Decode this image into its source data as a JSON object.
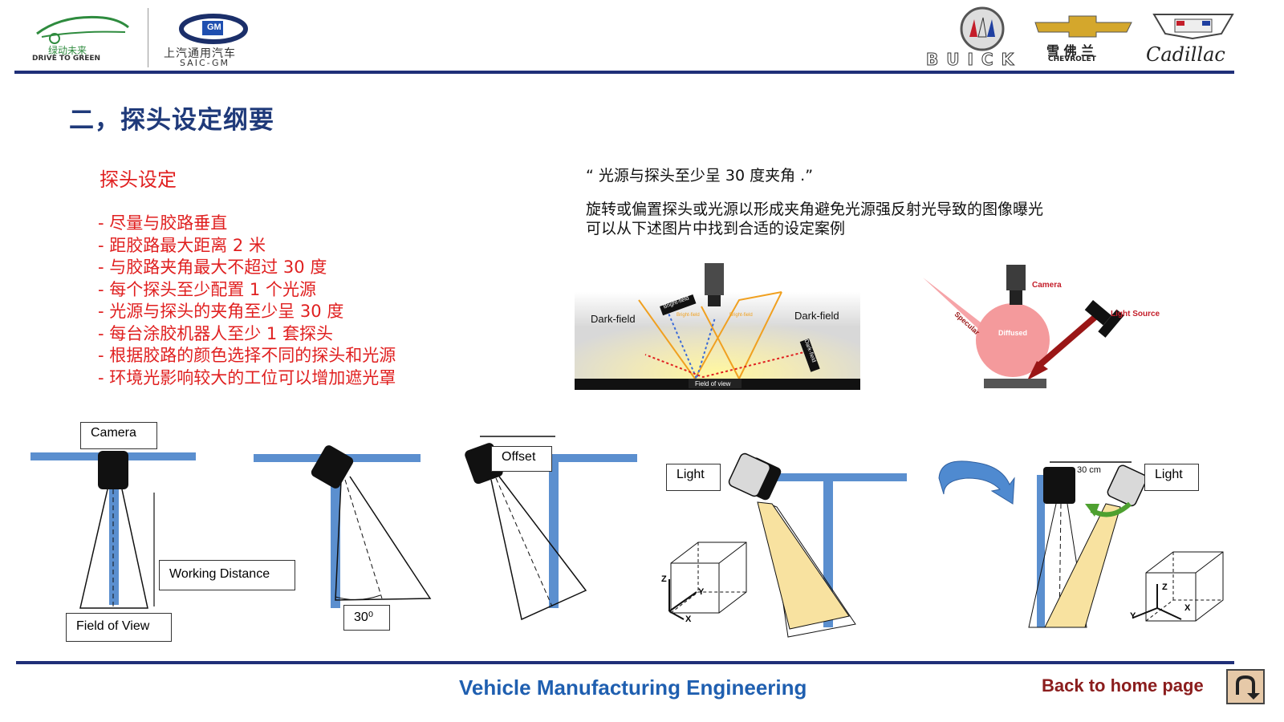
{
  "header": {
    "left_logo_text": "绿动未来",
    "left_logo_sub": "DRIVE TO GREEN",
    "gm_logo_text": "上汽通用汽车",
    "gm_logo_sub": "SAIC-GM",
    "gm_badge": "GM",
    "buick_text": "BUICK",
    "chevrolet_cn": "雪 佛 兰",
    "chevrolet_en": "CHEVROLET",
    "cadillac_text": "Cadillac"
  },
  "title": "二，探头设定纲要",
  "left": {
    "heading": "探头设定",
    "items": [
      "- 尽量与胶路垂直",
      "- 距胶路最大距离 2 米",
      "- 与胶路夹角最大不超过 30 度",
      "- 每个探头至少配置 1 个光源",
      "- 光源与探头的夹角至少呈 30 度",
      "- 每台涂胶机器人至少 1 套探头",
      "- 根据胶路的颜色选择不同的探头和光源",
      "- 环境光影响较大的工位可以增加遮光罩"
    ]
  },
  "right": {
    "quote": "“ 光源与探头至少呈 30 度夹角 .”",
    "line1": "旋转或偏置探头或光源以形成夹角避免光源强反射光导致的图像曝光",
    "line2": "可以从下述图片中找到合适的设定案例"
  },
  "fig1": {
    "dark_left": "Dark-field",
    "dark_right": "Dark-field",
    "bright1": "Bright-field",
    "bright2": "Bright-field",
    "bright3": "Bright-field",
    "dark_tag": "Dark-field",
    "fov": "Field of view"
  },
  "fig2": {
    "camera": "Camera",
    "light_source": "Light Source",
    "specular": "Specular",
    "diffused": "Diffused"
  },
  "diagrams": {
    "camera": "Camera",
    "working_distance": "Working Distance",
    "field_of_view": "Field of View",
    "angle": "30⁰",
    "offset": "Offset",
    "light1": "Light",
    "light2": "Light",
    "cm30": "30 cm",
    "axis_z1": "Z",
    "axis_y1": "Y",
    "axis_x1": "X",
    "axis_z2": "Z",
    "axis_y2": "Y",
    "axis_x2": "X"
  },
  "footer": {
    "title": "Vehicle Manufacturing Engineering",
    "back": "Back to home page"
  },
  "colors": {
    "navy": "#1f2f78",
    "red_text": "#e02020",
    "footer_blue": "#1f5fb0",
    "back_red": "#8b1d1d",
    "beam_blue": "#5b8fcf",
    "light_yellow": "#f8e2a0"
  }
}
